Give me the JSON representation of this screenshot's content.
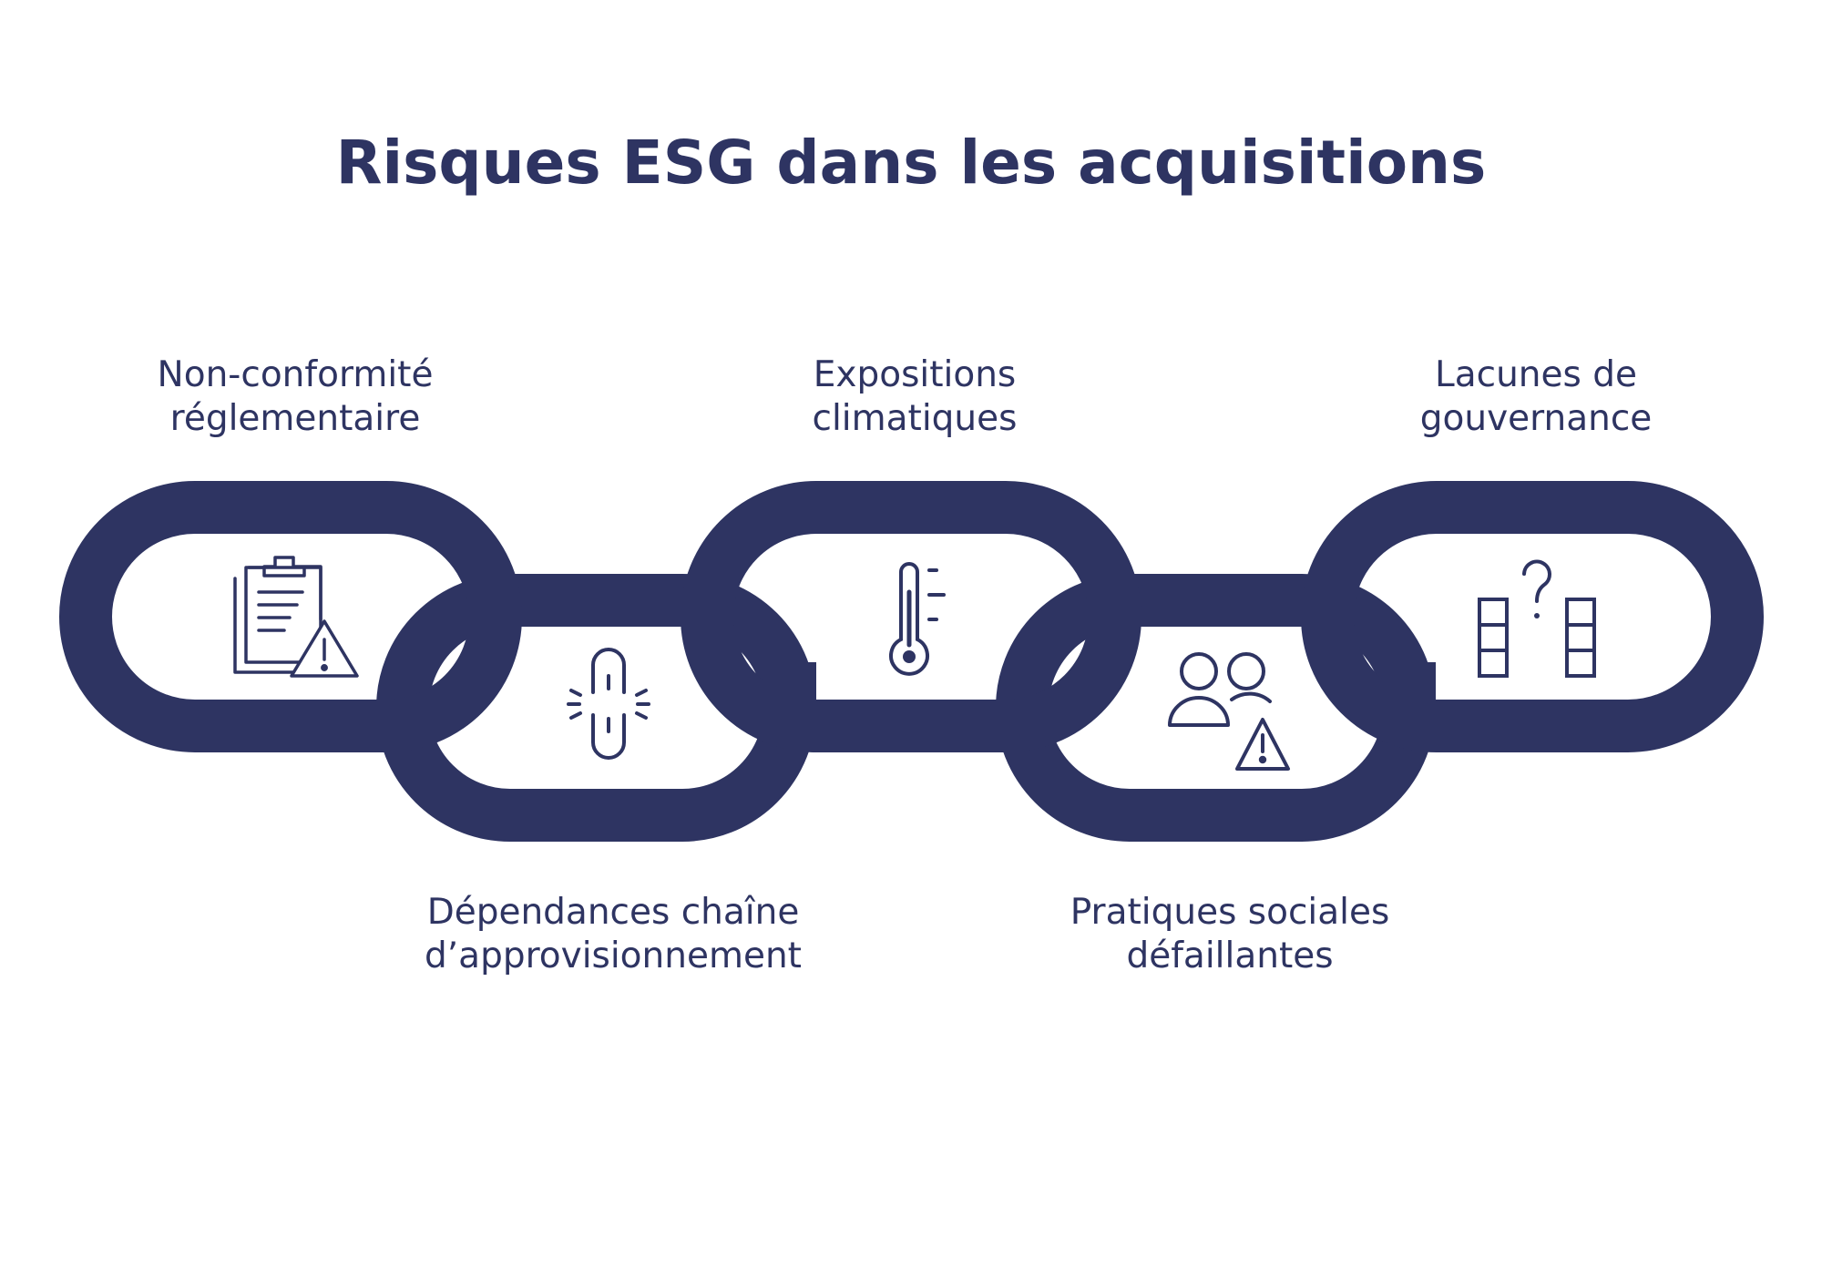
{
  "title": "Risques ESG dans les acquisitions",
  "colors": {
    "chain": "#2e3462",
    "text": "#2e3462",
    "background": "#ffffff"
  },
  "links": [
    {
      "position": "top",
      "icon": "clipboard-warning-icon",
      "label_lines": [
        "Non-conformité",
        "réglementaire"
      ]
    },
    {
      "position": "bottom",
      "icon": "broken-link-icon",
      "label_lines": [
        "Dépendances chaîne",
        "d’approvisionnement"
      ]
    },
    {
      "position": "top",
      "icon": "thermometer-icon",
      "label_lines": [
        "Expositions",
        "climatiques"
      ]
    },
    {
      "position": "bottom",
      "icon": "people-warning-icon",
      "label_lines": [
        "Pratiques sociales",
        "défaillantes"
      ]
    },
    {
      "position": "top",
      "icon": "blocks-question-icon",
      "label_lines": [
        "Lacunes de",
        "gouvernance"
      ]
    }
  ]
}
